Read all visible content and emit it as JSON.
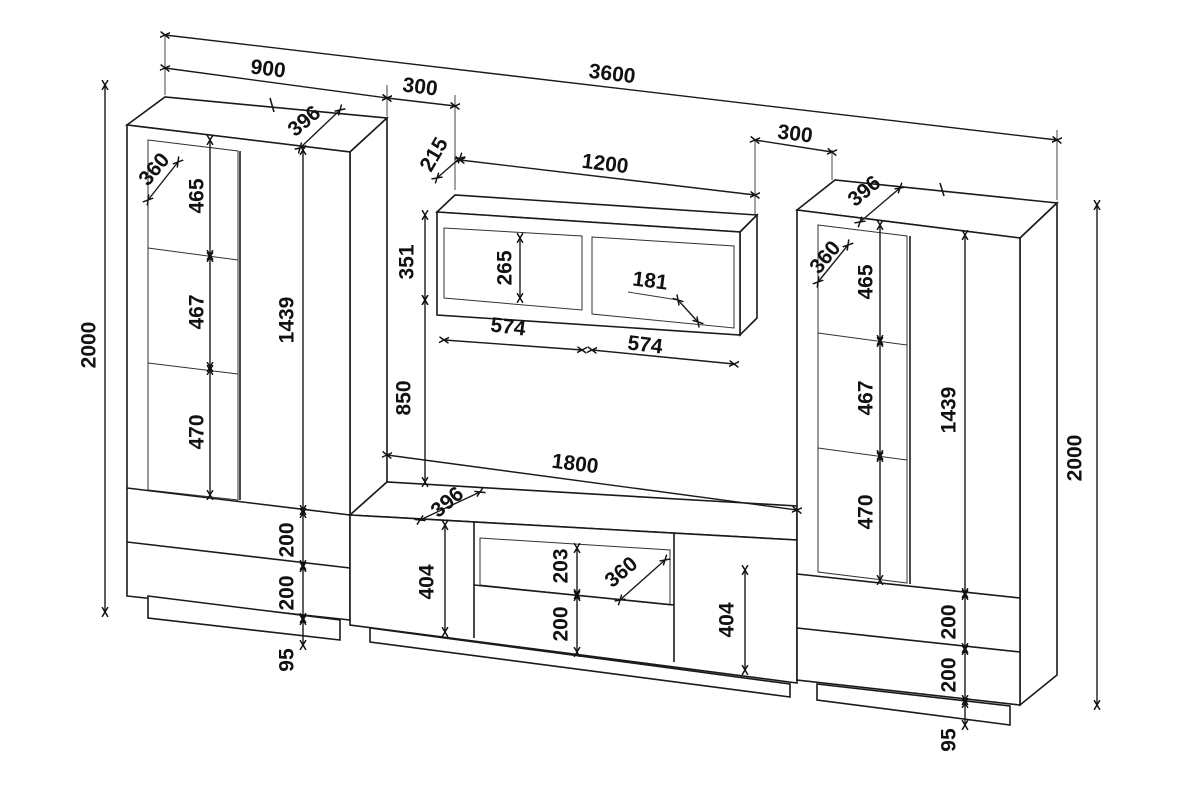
{
  "title": "Wall unit dimension drawing",
  "labels": [
    "900",
    "300",
    "3600",
    "396",
    "360",
    "465",
    "467",
    "470",
    "1439",
    "2000",
    "200",
    "200",
    "95",
    "215",
    "1200",
    "300",
    "351",
    "265",
    "181",
    "574",
    "574",
    "850",
    "1800",
    "396",
    "404",
    "203",
    "360",
    "200",
    "404",
    "396",
    "360",
    "465",
    "467",
    "470",
    "1439",
    "2000",
    "200",
    "200",
    "95"
  ],
  "colors": {
    "line": "#1a1a1a",
    "background": "#ffffff"
  }
}
